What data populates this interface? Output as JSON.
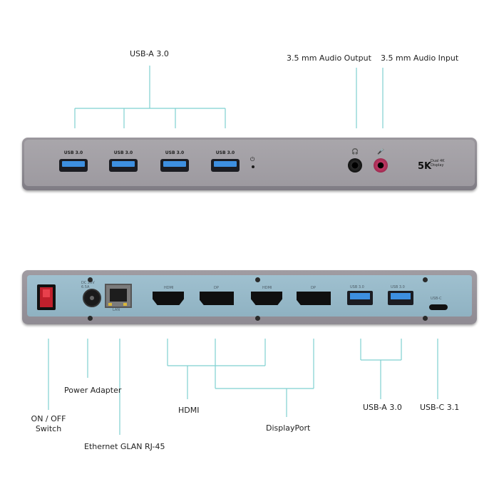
{
  "labels": {
    "front_usb": "USB-A 3.0",
    "audio_out": "3.5 mm Audio Output",
    "audio_in": "3.5 mm Audio Input",
    "power_adapter": "Power Adapter",
    "on_off_line1": "ON / OFF",
    "on_off_line2": "Switch",
    "hdmi": "HDMI",
    "displayport": "DisplayPort",
    "back_usb": "USB-A 3.0",
    "usbc": "USB-C 3.1",
    "ethernet": "Ethernet GLAN RJ-45"
  },
  "front_panel": {
    "port_caption": "USB 3.0",
    "badge_main": "5K",
    "badge_sub_line1": "Dual 4K",
    "badge_sub_line2": "Display"
  },
  "back_panel": {
    "dc_label_line1": "DC 20V",
    "dc_label_line2": "6.5A",
    "lan_label": "LAN",
    "hdmi_label": "HDMI",
    "dp_label": "DP",
    "usb_label": "USB 3.0",
    "usbc_label": "USB-C"
  },
  "colors": {
    "leader_line": "#7fd0d0",
    "usb_port_blue": "#3d8fe0",
    "back_panel": "#9fc0cf",
    "housing": "#9d9aa0"
  }
}
